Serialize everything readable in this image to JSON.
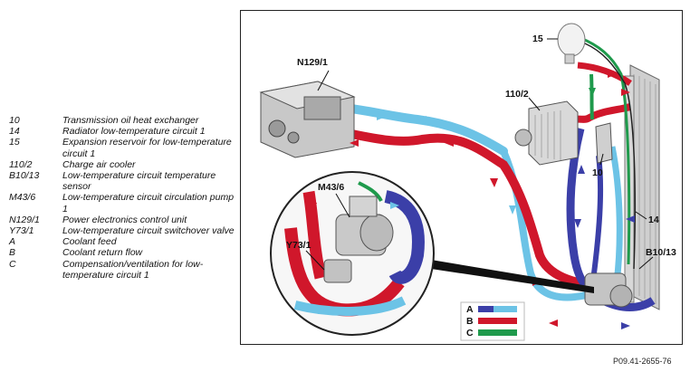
{
  "legend": [
    {
      "key": "10",
      "desc": "Transmission oil heat exchanger"
    },
    {
      "key": "14",
      "desc": "Radiator low-temperature circuit 1"
    },
    {
      "key": "15",
      "desc": "Expansion reservoir for low-temperature circuit 1"
    },
    {
      "key": "110/2",
      "desc": "Charge air cooler"
    },
    {
      "key": "B10/13",
      "desc": "Low-temperature circuit temperature sensor"
    },
    {
      "key": "M43/6",
      "desc": "Low-temperature circuit circulation pump 1"
    },
    {
      "key": "N129/1",
      "desc": "Power electronics control unit"
    },
    {
      "key": "Y73/1",
      "desc": "Low-temperature circuit switchover valve"
    },
    {
      "key": "A",
      "desc": "Coolant feed"
    },
    {
      "key": "B",
      "desc": "Coolant return flow"
    },
    {
      "key": "C",
      "desc": "Compensation/ventilation for low-temperature circuit 1"
    }
  ],
  "callouts": {
    "n129": "N129/1",
    "c15": "15",
    "c110": "110/2",
    "c10": "10",
    "c14": "14",
    "b1013": "B10/13",
    "m436": "M43/6",
    "y731": "Y73/1"
  },
  "key_box": {
    "a": "A",
    "b": "B",
    "c": "C"
  },
  "colors": {
    "feed_dark": "#3b3fa8",
    "feed_light": "#6cc3e6",
    "return": "#d0172b",
    "comp": "#1f9a4c"
  },
  "figure_code": "P09.41-2655-76"
}
